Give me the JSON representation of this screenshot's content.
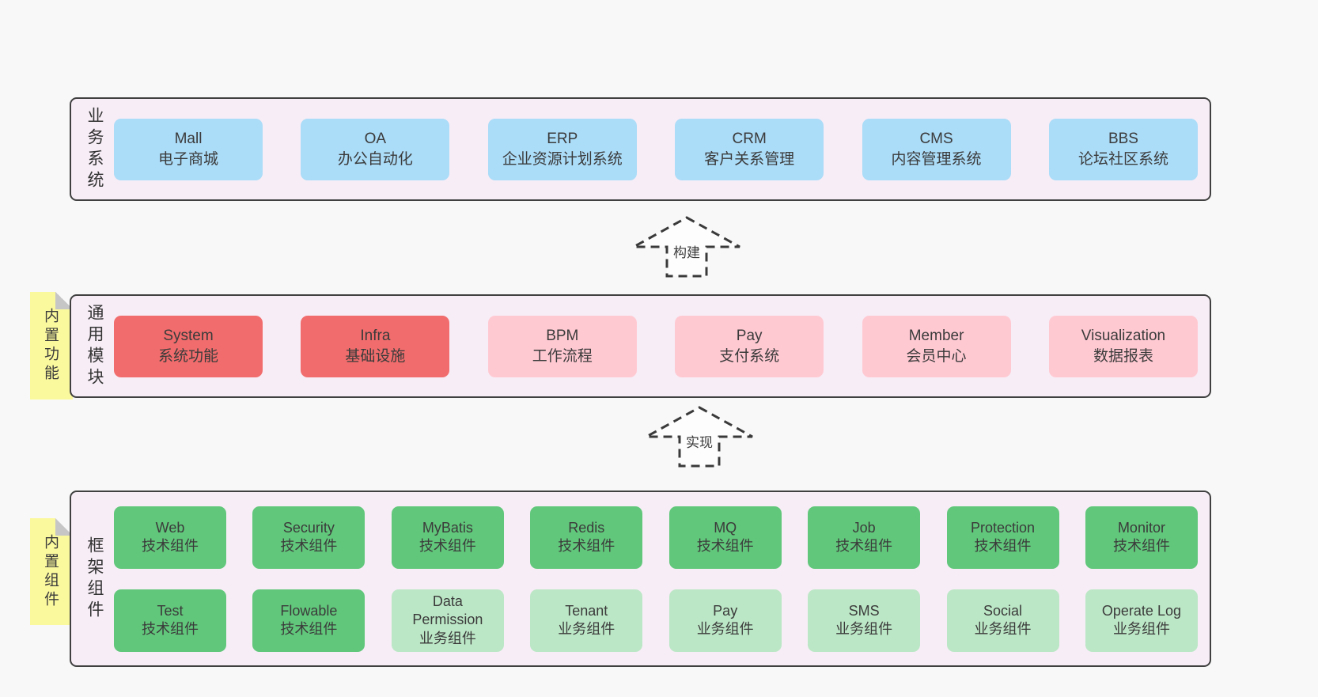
{
  "colors": {
    "page_background": "#f8f8f8",
    "section_background": "#f7edf6",
    "section_border": "#404040",
    "node_blue": "#abdcf8",
    "node_red": "#f16c6c",
    "node_pink": "#ffc9d2",
    "node_green": "#61c77b",
    "node_lightgreen": "#bce7c6",
    "sticky_yellow": "#fbf99e",
    "sticky_fold_gray": "#c6c6c6",
    "text": "#3b3b3b"
  },
  "sections": [
    {
      "id": "business-systems",
      "label": "业务系统",
      "boxes": [
        {
          "name": "Mall",
          "desc": "电子商城",
          "type": "blue"
        },
        {
          "name": "OA",
          "desc": "办公自动化",
          "type": "blue"
        },
        {
          "name": "ERP",
          "desc": "企业资源计划系统",
          "type": "blue"
        },
        {
          "name": "CRM",
          "desc": "客户关系管理",
          "type": "blue"
        },
        {
          "name": "CMS",
          "desc": "内容管理系统",
          "type": "blue"
        },
        {
          "name": "BBS",
          "desc": "论坛社区系统",
          "type": "blue"
        }
      ]
    },
    {
      "id": "common-modules",
      "label": "通用模块",
      "sticky": "内置功能",
      "boxes": [
        {
          "name": "System",
          "desc": "系统功能",
          "type": "red"
        },
        {
          "name": "Infra",
          "desc": "基础设施",
          "type": "red"
        },
        {
          "name": "BPM",
          "desc": "工作流程",
          "type": "pink"
        },
        {
          "name": "Pay",
          "desc": "支付系统",
          "type": "pink"
        },
        {
          "name": "Member",
          "desc": "会员中心",
          "type": "pink"
        },
        {
          "name": "Visualization",
          "desc": "数据报表",
          "type": "pink"
        }
      ]
    },
    {
      "id": "framework-components",
      "label": "框架组件",
      "sticky": "内置组件",
      "rows": [
        [
          {
            "name": "Web",
            "desc": "技术组件",
            "type": "green"
          },
          {
            "name": "Security",
            "desc": "技术组件",
            "type": "green"
          },
          {
            "name": "MyBatis",
            "desc": "技术组件",
            "type": "green"
          },
          {
            "name": "Redis",
            "desc": "技术组件",
            "type": "green"
          },
          {
            "name": "MQ",
            "desc": "技术组件",
            "type": "green"
          },
          {
            "name": "Job",
            "desc": "技术组件",
            "type": "green"
          },
          {
            "name": "Protection",
            "desc": "技术组件",
            "type": "green"
          },
          {
            "name": "Monitor",
            "desc": "技术组件",
            "type": "green"
          }
        ],
        [
          {
            "name": "Test",
            "desc": "技术组件",
            "type": "green"
          },
          {
            "name": "Flowable",
            "desc": "技术组件",
            "type": "green"
          },
          {
            "name": "Data Permission",
            "desc": "业务组件",
            "type": "lightgreen"
          },
          {
            "name": "Tenant",
            "desc": "业务组件",
            "type": "lightgreen"
          },
          {
            "name": "Pay",
            "desc": "业务组件",
            "type": "lightgreen"
          },
          {
            "name": "SMS",
            "desc": "业务组件",
            "type": "lightgreen"
          },
          {
            "name": "Social",
            "desc": "业务组件",
            "type": "lightgreen"
          },
          {
            "name": "Operate Log",
            "desc": "业务组件",
            "type": "lightgreen"
          }
        ]
      ]
    }
  ],
  "arrows": [
    {
      "label": "构建"
    },
    {
      "label": "实现"
    }
  ]
}
